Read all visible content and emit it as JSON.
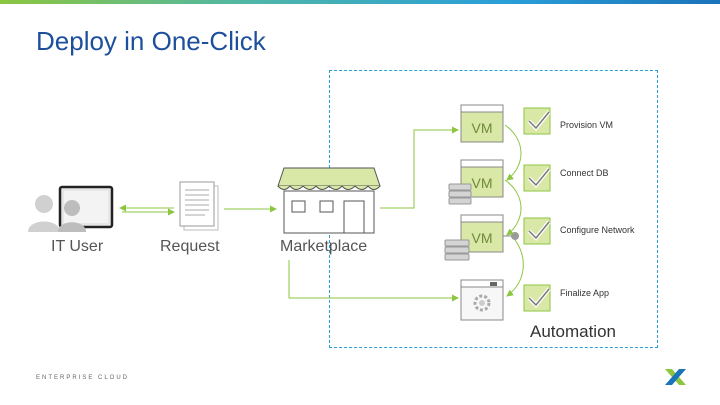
{
  "slide": {
    "title": "Deploy in One-Click",
    "footer": "ENTERPRISE CLOUD",
    "automation_label": "Automation"
  },
  "nodes": [
    {
      "id": "it-user",
      "label": "IT User",
      "icon": "user-laptop-icon"
    },
    {
      "id": "request",
      "label": "Request",
      "icon": "document-icon"
    },
    {
      "id": "marketplace",
      "label": "Marketplace",
      "icon": "storefront-icon"
    }
  ],
  "vm_icons": [
    {
      "label": "VM"
    },
    {
      "label": "VM"
    },
    {
      "label": "VM"
    }
  ],
  "steps": [
    {
      "label": "Provision VM",
      "icon": "checkbox-checked-icon"
    },
    {
      "label": "Connect DB",
      "icon": "checkbox-checked-icon"
    },
    {
      "label": "Configure Network",
      "icon": "checkbox-checked-icon"
    },
    {
      "label": "Finalize App",
      "icon": "checkbox-checked-icon"
    }
  ],
  "colors": {
    "title": "#1c4f9c",
    "accent_green": "#8cc640",
    "fill_green": "#d9e8a6",
    "dashed_border": "#2a9fd8",
    "logo_green": "#8cc640",
    "logo_blue": "#1b73b9"
  }
}
